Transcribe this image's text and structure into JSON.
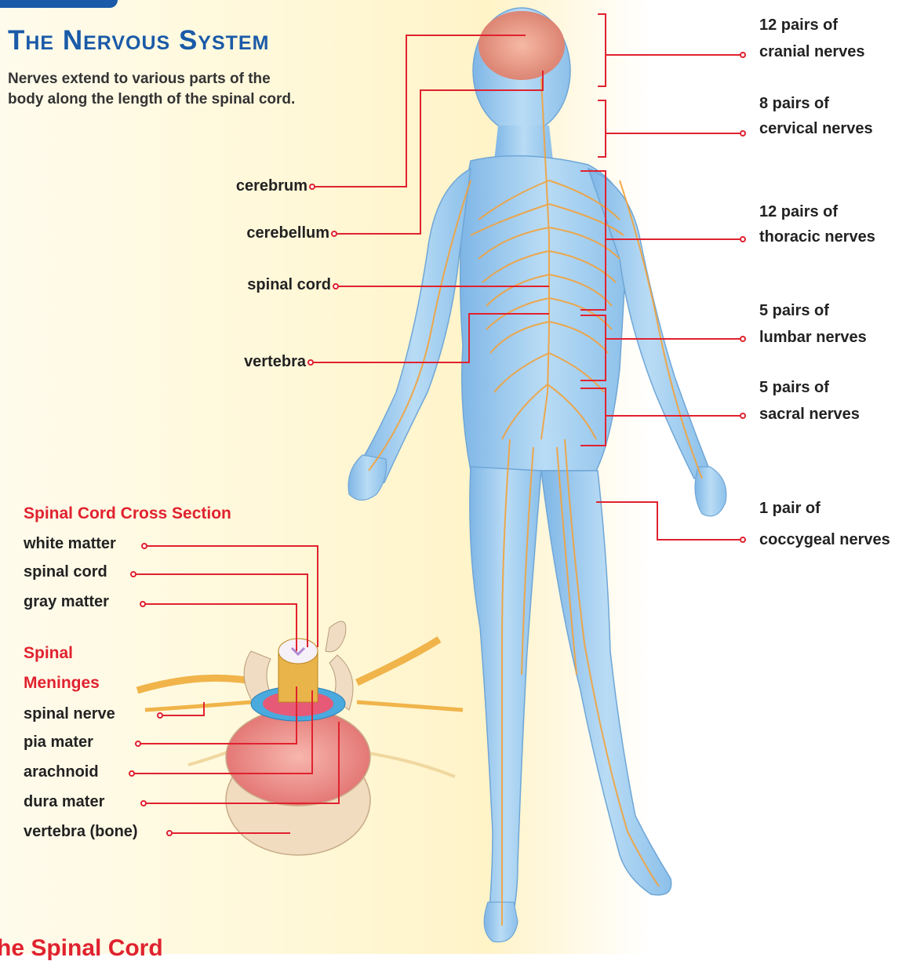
{
  "title": "The Nervous System",
  "intro": "Nerves extend to various parts of the body along the length of the spinal cord.",
  "body_labels": {
    "cerebrum": "cerebrum",
    "cerebellum": "cerebellum",
    "spinal_cord": "spinal cord",
    "vertebra": "vertebra"
  },
  "nerve_groups": [
    {
      "line1": "12 pairs of",
      "line2": "cranial nerves"
    },
    {
      "line1": "8 pairs of",
      "line2": "cervical nerves"
    },
    {
      "line1": "12 pairs of",
      "line2": "thoracic nerves"
    },
    {
      "line1": "5 pairs of",
      "line2": "lumbar nerves"
    },
    {
      "line1": "5 pairs of",
      "line2": "sacral nerves"
    },
    {
      "line1": "1 pair of",
      "line2": "coccygeal nerves"
    }
  ],
  "cross_section": {
    "heading": "Spinal Cord Cross Section",
    "labels": [
      "white matter",
      "spinal cord",
      "gray matter"
    ]
  },
  "meninges": {
    "heading_line1": "Spinal",
    "heading_line2": "Meninges",
    "labels": [
      "spinal nerve",
      "pia mater",
      "arachnoid",
      "dura mater",
      "vertebra (bone)"
    ]
  },
  "bottom_heading": "he Spinal Cord",
  "colors": {
    "title": "#1a5aa8",
    "accent_red": "#e0222f",
    "nerve": "#f2a23c",
    "body": "#a9d0ef"
  }
}
